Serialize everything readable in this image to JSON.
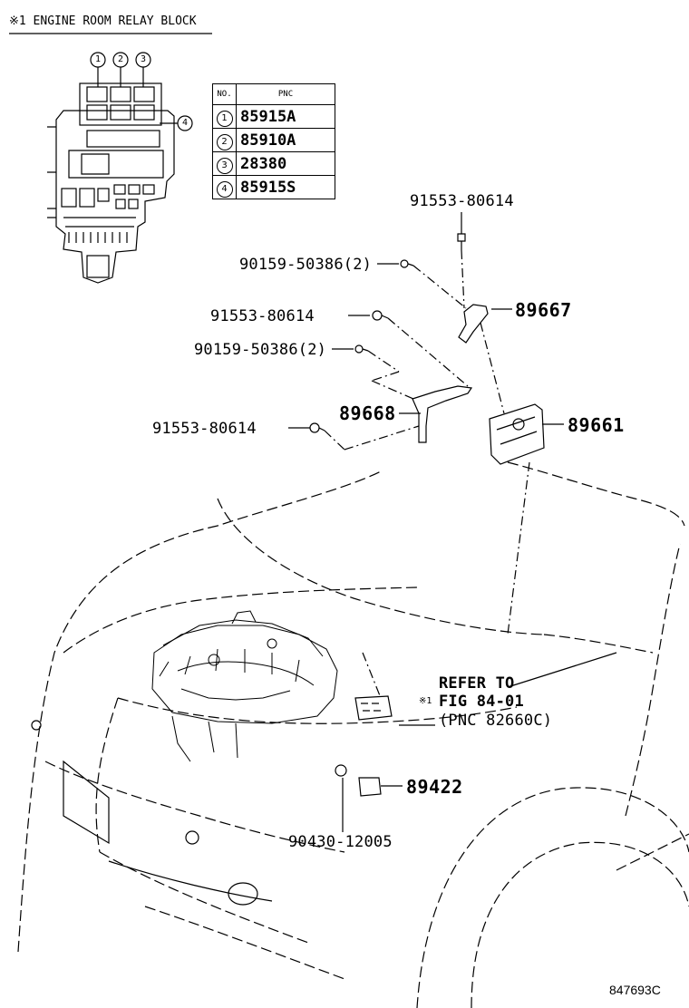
{
  "title": "※1 ENGINE ROOM RELAY BLOCK",
  "relay_block": {
    "callouts": [
      "1",
      "2",
      "3",
      "4"
    ],
    "table": {
      "headers": [
        "NO.",
        "PNC"
      ],
      "rows": [
        {
          "no": "1",
          "pnc": "85915A"
        },
        {
          "no": "2",
          "pnc": "85910A"
        },
        {
          "no": "3",
          "pnc": "28380"
        },
        {
          "no": "4",
          "pnc": "85915S"
        }
      ]
    }
  },
  "parts": {
    "p1": "91553-80614",
    "p2": "90159-50386(2)",
    "p3": "89667",
    "p4": "91553-80614",
    "p5": "90159-50386(2)",
    "p6": "89668",
    "p7": "89661",
    "p8": "91553-80614",
    "p9": "89422",
    "p10": "90430-12005"
  },
  "refer": {
    "line1": "REFER TO",
    "line2": "FIG 84-01",
    "line3": "(PNC 82660C)",
    "marker": "※1"
  },
  "diagram_code": "847693C"
}
